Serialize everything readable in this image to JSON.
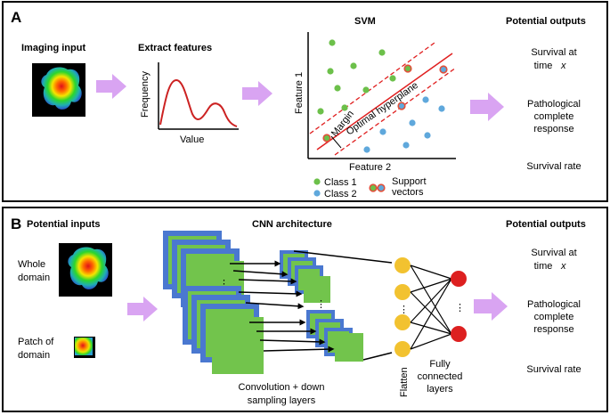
{
  "colors": {
    "arrow": "#d9a4f2",
    "class1": "#6cc04a",
    "class2": "#5fa8dc",
    "hyperplane": "#e02020",
    "support_edge": "#e0503a",
    "feature_map_blue": "#4a78d0",
    "feature_map_green": "#72c44c",
    "neuron_yellow": "#f2c230",
    "neuron_red": "#dd2020",
    "curve": "#cc2222"
  },
  "panel_a": {
    "letter": "A",
    "imaging_input": "Imaging input",
    "extract_features": "Extract features",
    "frequency_axis": "Frequency",
    "value_axis": "Value",
    "svm_title": "SVM",
    "feature1": "Feature 1",
    "feature2": "Feature 2",
    "optimal_hyperplane": "Optimal hyperplane",
    "margin": "Margin",
    "legend": {
      "class1": "Class 1",
      "class2": "Class 2",
      "support_line1": "Support",
      "support_line2": "vectors"
    },
    "outputs_title": "Potential outputs",
    "outputs": {
      "survival_line1": "Survival at",
      "survival_line2": "time",
      "survival_var": "x",
      "pcr_line1": "Pathological",
      "pcr_line2": "complete",
      "pcr_line3": "response",
      "rate": "Survival rate"
    }
  },
  "panel_b": {
    "letter": "B",
    "inputs_title": "Potential inputs",
    "whole_line1": "Whole",
    "whole_line2": "domain",
    "patch_line1": "Patch of",
    "patch_line2": "domain",
    "cnn_title": "CNN architecture",
    "conv_line1": "Convolution + down",
    "conv_line2": "sampling layers",
    "flatten": "Flatten",
    "fc_line1": "Fully",
    "fc_line2": "connected",
    "fc_line3": "layers",
    "outputs_title": "Potential outputs",
    "outputs": {
      "survival_line1": "Survival at",
      "survival_line2": "time",
      "survival_var": "x",
      "pcr_line1": "Pathological",
      "pcr_line2": "complete",
      "pcr_line3": "response",
      "rate": "Survival rate"
    }
  }
}
